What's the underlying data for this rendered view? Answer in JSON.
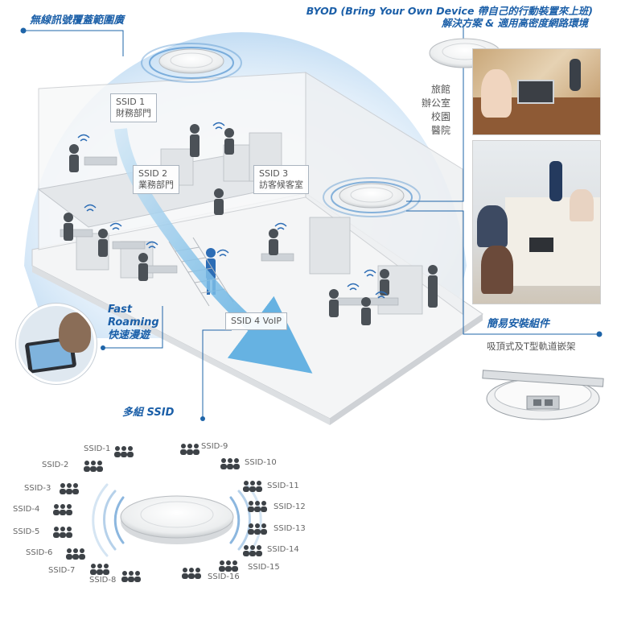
{
  "titles": {
    "coverage": "無線訊號覆蓋範圍廣",
    "byod_line1": "BYOD (Bring Your Own Device 帶自己的行動裝置來上班)",
    "byod_line2": "解決方案 & 適用高密度網路環境"
  },
  "places": [
    "旅館",
    "辦公室",
    "校園",
    "醫院"
  ],
  "diagram_ssids": {
    "ssid1_name": "SSID 1",
    "ssid1_dept": "財務部門",
    "ssid2_name": "SSID 2",
    "ssid2_dept": "業務部門",
    "ssid3_name": "SSID 3",
    "ssid3_dept": "訪客候客室",
    "ssid4": "SSID 4 VoIP"
  },
  "roaming": {
    "line1": "Fast",
    "line2": "Roaming",
    "line3": "快速漫遊"
  },
  "multi_ssid": "多組 SSID",
  "installation": {
    "title": "簡易安裝組件",
    "desc": "吸頂式及T型軌道嵌架"
  },
  "ssid_list": [
    "SSID-1",
    "SSID-2",
    "SSID-3",
    "SSID-4",
    "SSID-5",
    "SSID-6",
    "SSID-7",
    "SSID-8",
    "SSID-9",
    "SSID-10",
    "SSID-11",
    "SSID-12",
    "SSID-13",
    "SSID-14",
    "SSID-15",
    "SSID-16"
  ],
  "colors": {
    "accent": "#1b5fa8",
    "flow": "#5aaee0",
    "line": "#1e64a8"
  }
}
